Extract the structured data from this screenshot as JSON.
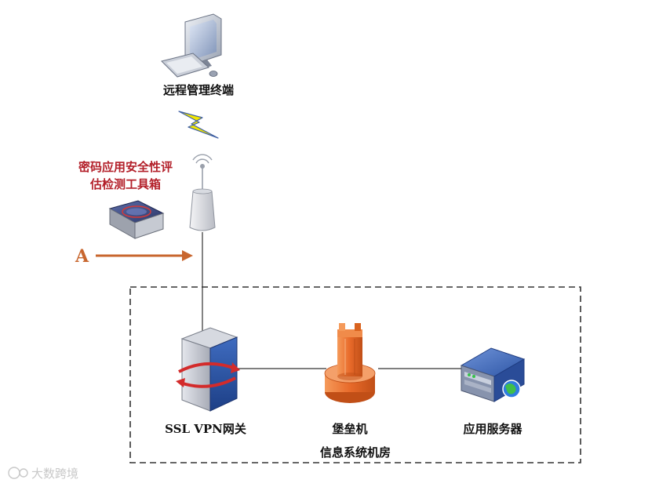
{
  "nodes": {
    "terminal": {
      "label": "远程管理终端"
    },
    "toolbox": {
      "label_line1": "密码应用安全性评",
      "label_line2": "估检测工具箱"
    },
    "vpn": {
      "label": "SSL VPN网关"
    },
    "bastion": {
      "label": "堡垒机"
    },
    "appserver": {
      "label": "应用服务器"
    }
  },
  "room": {
    "label": "信息系统机房"
  },
  "arrow": {
    "label": "A",
    "color": "#c8662e"
  },
  "watermark": {
    "text": "大数跨境"
  },
  "colors": {
    "accent_red": "#b3202a",
    "lightning": "#f2e600",
    "vpn_blue": "#2b56a8",
    "bastion_orange": "#e86a2a",
    "server_blue": "#3a63b8"
  }
}
